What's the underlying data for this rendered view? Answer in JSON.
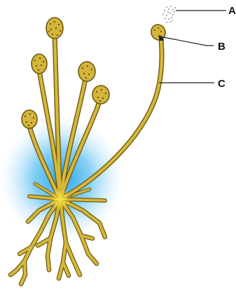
{
  "diagram": {
    "labels": {
      "a": "A",
      "b": "B",
      "c": "C"
    },
    "colors": {
      "hypha": "#d6b83a",
      "hypha_outline": "#6e5a12",
      "sporangium": "#d4b43a",
      "sporangium_dots": "#5a4a10",
      "center_burst": "#f2de40",
      "glow": "#1aa0ec"
    }
  }
}
